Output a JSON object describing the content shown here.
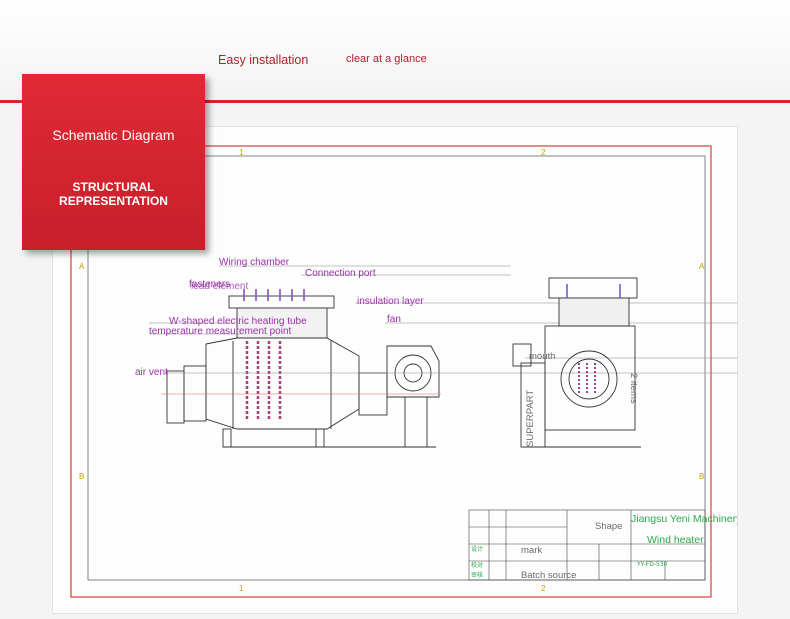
{
  "header": {
    "tagline_left": "Easy installation",
    "tagline_right": "clear at a glance"
  },
  "badge": {
    "title": "Schematic Diagram",
    "subtitle": "STRUCTURAL REPRESENTATION"
  },
  "diagram": {
    "labels": {
      "wiring_chamber": "Wiring chamber",
      "connection_port": "Connection port",
      "insulation_layer": "insulation layer",
      "fan": "fan",
      "w_tube": "W-shaped electric heating tube",
      "temp_point": "temperature measurement point",
      "air_vent": "air vent",
      "overlap_a": "fasteners",
      "overlap_b": "lead element",
      "mouth": "mouth",
      "superpart": "SUPERPART",
      "items": "2 items"
    },
    "zones": {
      "top_1": "1",
      "top_2": "2",
      "bottom_1": "1",
      "bottom_2": "2",
      "left_a": "A",
      "left_b": "B",
      "right_a": "A",
      "right_b": "B"
    },
    "title_block": {
      "company": "Jiangsu Yeni Machinery",
      "product": "Wind heater",
      "shape": "Shape",
      "mark": "mark",
      "batch_source": "Batch source",
      "drawing_no": "YY-FD-530",
      "small_1": "设计",
      "small_2": "校对",
      "small_3": "审核"
    },
    "colors": {
      "accent": "#d9242f",
      "label": "#9b30a8",
      "title_block": "#2ea84a"
    }
  }
}
